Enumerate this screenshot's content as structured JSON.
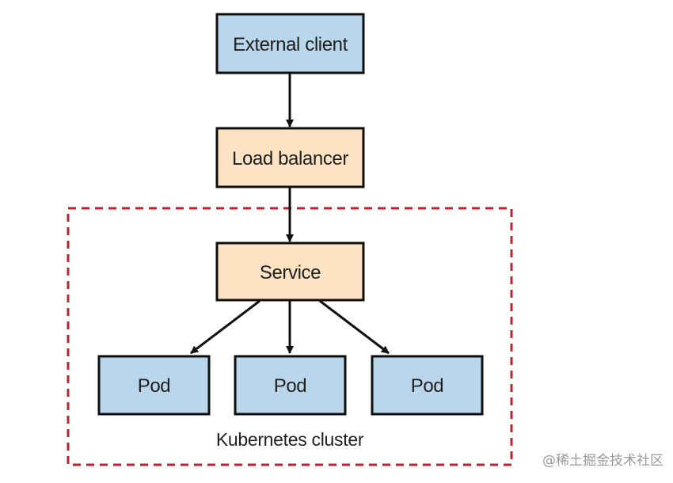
{
  "nodes": {
    "external_client": {
      "label": "External client"
    },
    "load_balancer": {
      "label": "Load balancer"
    },
    "service": {
      "label": "Service"
    },
    "pod_1": {
      "label": "Pod"
    },
    "pod_2": {
      "label": "Pod"
    },
    "pod_3": {
      "label": "Pod"
    }
  },
  "cluster": {
    "label": "Kubernetes cluster"
  },
  "watermark": {
    "text": "@稀土掘金技术社区"
  },
  "colors": {
    "blue_box": "#bad6ea",
    "orange_box": "#fbe3c4",
    "box_border": "#0f0f0f",
    "cluster_border": "#b5272d",
    "arrow": "#0f0f0f"
  }
}
